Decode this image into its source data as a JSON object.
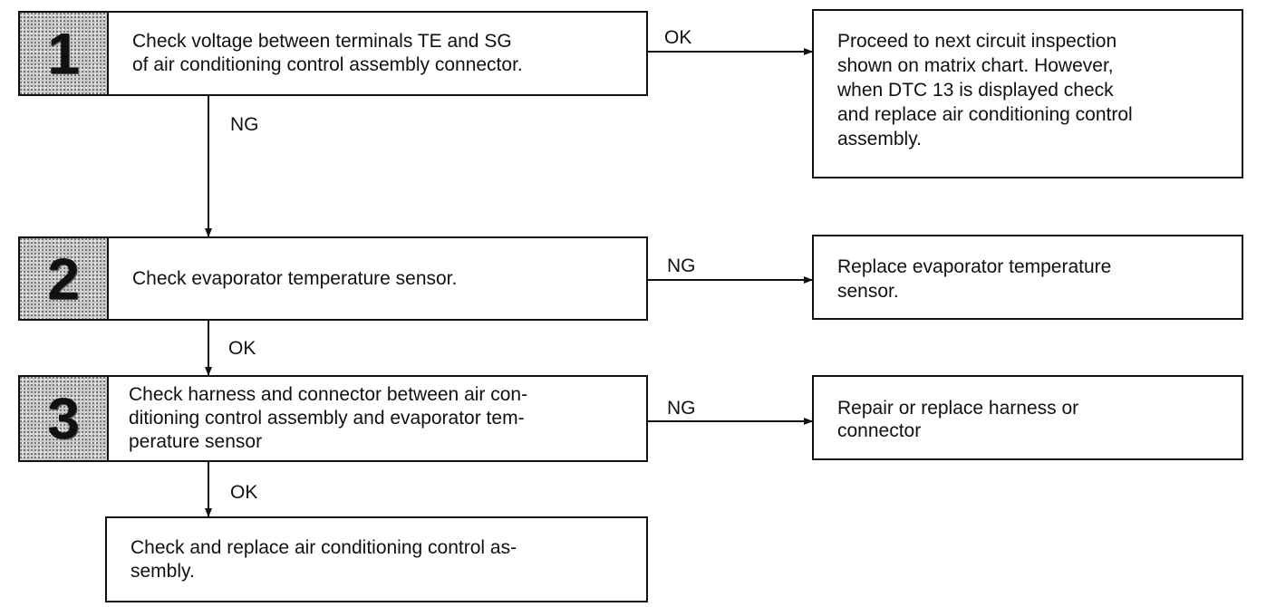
{
  "steps": [
    {
      "number": "1",
      "text": "Check voltage between terminals TE and SG\nof air conditioning control assembly connector."
    },
    {
      "number": "2",
      "text": "Check evaporator temperature sensor."
    },
    {
      "number": "3",
      "text": "Check harness and connector between air con-\nditioning control assembly and evaporator tem-\nperature sensor"
    }
  ],
  "final_step": {
    "text": "Check and replace air conditioning control as-\nsembly."
  },
  "results": [
    {
      "text": "Proceed to next circuit inspection\nshown on matrix chart. However,\nwhen DTC 13 is displayed check\nand replace air conditioning control\nassembly."
    },
    {
      "text": "Replace evaporator temperature\nsensor."
    },
    {
      "text": "Repair or replace harness or\nconnector"
    }
  ],
  "labels": {
    "step1_right": "OK",
    "step1_down": "NG",
    "step2_right": "NG",
    "step2_down": "OK",
    "step3_right": "NG",
    "step3_down": "OK"
  }
}
